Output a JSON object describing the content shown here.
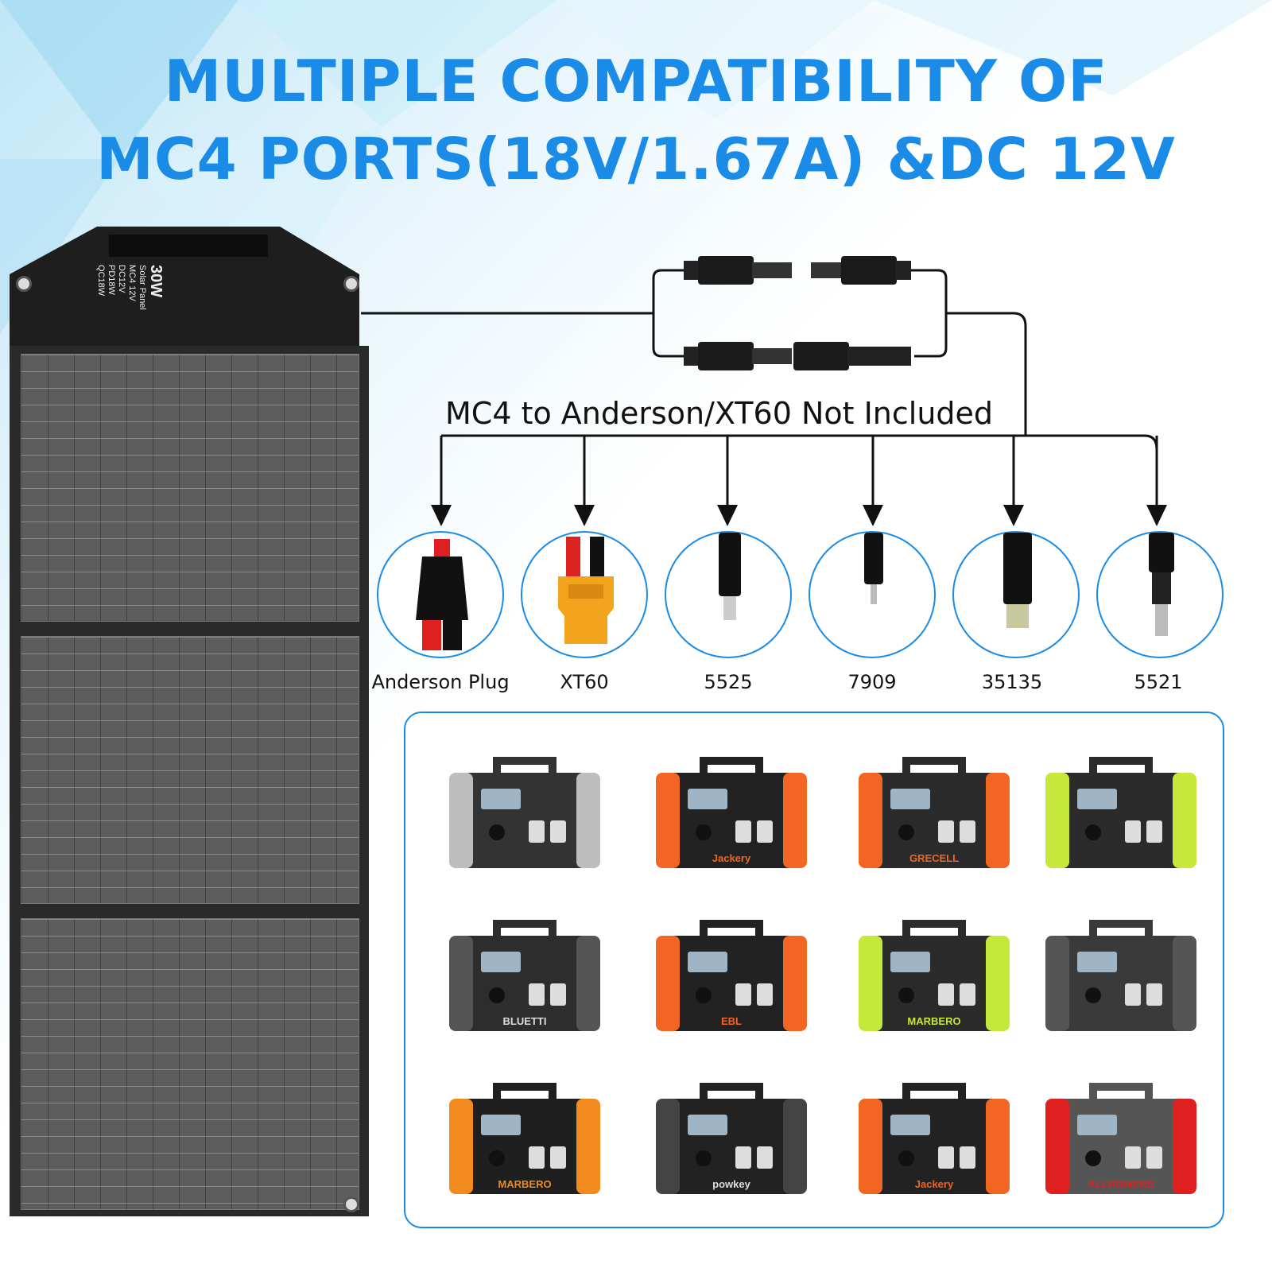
{
  "title": {
    "line1": "MULTIPLE COMPATIBILITY OF",
    "line2": "MC4 PORTS(18V/1.67A) &DC 12V"
  },
  "panel": {
    "power": "30W",
    "name": "Solar Panel",
    "outputs": [
      "MC4 12V",
      "DC12V",
      "PD18W",
      "QC18W"
    ]
  },
  "note": "MC4 to Anderson/XT60 Not Included",
  "connectors": [
    {
      "label": "Anderson Plug",
      "icon": "anderson-plug-icon"
    },
    {
      "label": "XT60",
      "icon": "xt60-plug-icon"
    },
    {
      "label": "5525",
      "icon": "dc-5525-plug-icon"
    },
    {
      "label": "7909",
      "icon": "dc-7909-plug-icon"
    },
    {
      "label": "35135",
      "icon": "dc-35135-plug-icon"
    },
    {
      "label": "5521",
      "icon": "dc-5521-plug-icon"
    }
  ],
  "devices": [
    {
      "brand": "",
      "color": "#333333",
      "accent": "#bdbdbd"
    },
    {
      "brand": "Jackery",
      "color": "#222222",
      "accent": "#f26522"
    },
    {
      "brand": "GRECELL",
      "color": "#2b2b2b",
      "accent": "#f26522"
    },
    {
      "brand": "",
      "color": "#2b2b2b",
      "accent": "#c6e83a"
    },
    {
      "brand": "BLUETTI",
      "color": "#2d2d2d",
      "accent": "#555555"
    },
    {
      "brand": "EBL",
      "color": "#222222",
      "accent": "#f26522"
    },
    {
      "brand": "MARBERO",
      "color": "#2b2b2b",
      "accent": "#c6e83a"
    },
    {
      "brand": "",
      "color": "#3a3a3a",
      "accent": "#555555"
    },
    {
      "brand": "MARBERO",
      "color": "#1f1f1f",
      "accent": "#f28a1e"
    },
    {
      "brand": "powkey",
      "color": "#222222",
      "accent": "#444444"
    },
    {
      "brand": "Jackery",
      "color": "#222222",
      "accent": "#f26522"
    },
    {
      "brand": "ALLPOWERS",
      "color": "#555555",
      "accent": "#e02020"
    }
  ],
  "colors": {
    "accent": "#1a8be6",
    "text": "#111111"
  }
}
